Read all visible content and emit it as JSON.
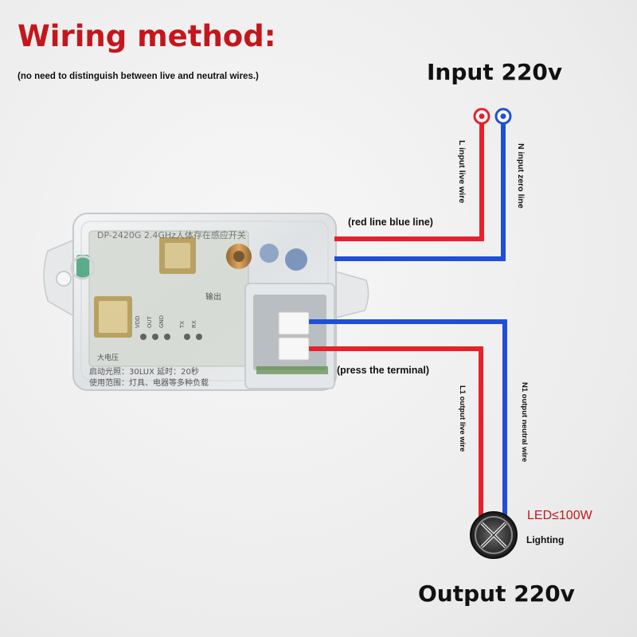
{
  "title": "Wiring method:",
  "subtitle": "(no need to distinguish between live and neutral wires.)",
  "input_label": "Input 220v",
  "output_label": "Output 220v",
  "input_note": "(red line blue line)",
  "terminal_note": "(press the terminal)",
  "wire_labels": {
    "l_input": "L input live wire",
    "n_input": "N input zero line",
    "l1_output": "L1 output live wire",
    "n1_output": "N1 output neutral wire"
  },
  "load": {
    "rating_text": "LED≤100W",
    "name": "Lighting"
  },
  "board_print": {
    "top": "DP-2420G 2.4GHz人体存在感应开关",
    "pins": [
      "VDD",
      "OUT",
      "GND",
      "TX",
      "RX"
    ],
    "line1": "启动光照：30LUX 延时：20秒",
    "line2": "使用范围：灯具、电器等多种负载",
    "chip_label": "大电压",
    "side_text": "输出"
  },
  "colors": {
    "title": "#c4161c",
    "live_wire": "#e8202a",
    "neutral_wire": "#1f4fd6",
    "led_text": "#c4161c"
  }
}
